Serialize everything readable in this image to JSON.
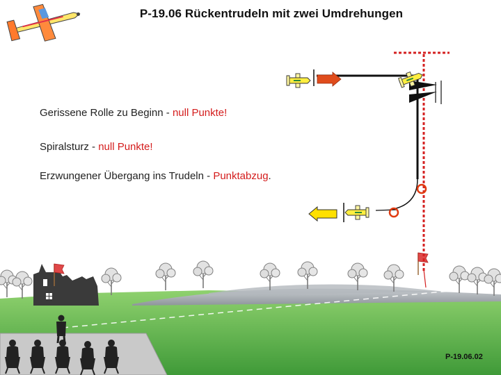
{
  "page": {
    "title": "P-19.06 Rückentrudeln mit zwei Umdrehungen",
    "code": "P-19.06.02"
  },
  "notes": [
    {
      "plain": "Gerissene Rolle zu Beginn - ",
      "highlight": "null Punkte!",
      "tail": ""
    },
    {
      "plain": "Spiralsturz - ",
      "highlight": "null Punkte!",
      "tail": ""
    },
    {
      "plain": "Erzwungener Übergang ins Trudeln - ",
      "highlight": "Punktabzug",
      "tail": "."
    }
  ],
  "colors": {
    "highlight": "#d41c1c",
    "sky": "#ffffff",
    "grass": "#62b54a",
    "path": "#111111",
    "guide": "#d42020",
    "arrow_entry": "#e04c1c",
    "arrow_exit": "#ffe000"
  },
  "icons": [
    "aerobatic-plane-logo",
    "plane-icon",
    "flag-icon",
    "judge-silhouette-icon",
    "castle-ruin-icon",
    "tree-icon"
  ]
}
